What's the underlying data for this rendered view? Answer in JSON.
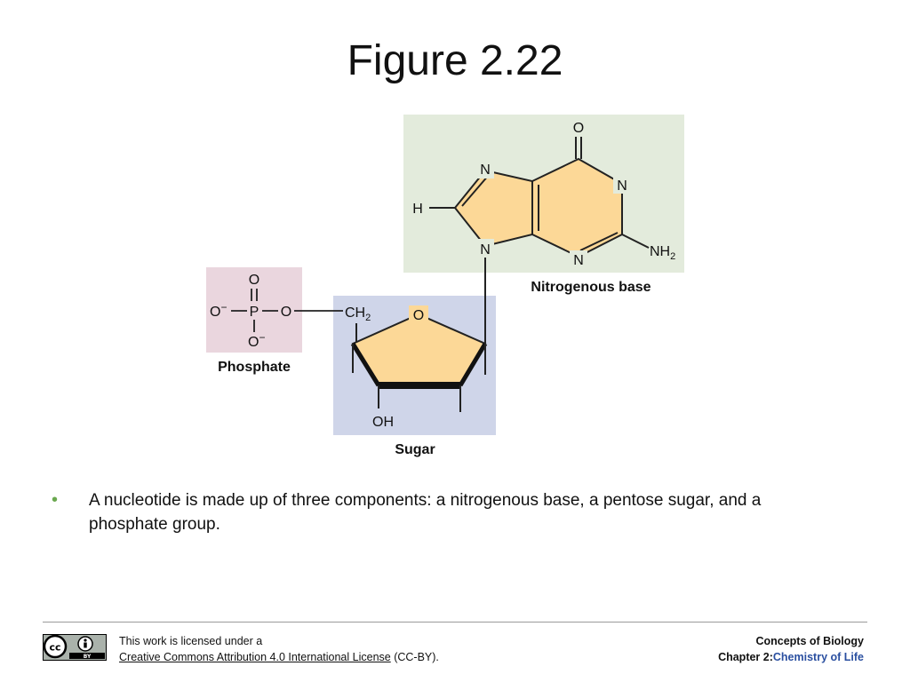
{
  "slide": {
    "title": "Figure 2.22"
  },
  "figure": {
    "labels": {
      "nitrogenous_base": "Nitrogenous base",
      "phosphate": "Phosphate",
      "sugar": "Sugar"
    },
    "atoms": {
      "o": "O",
      "n": "N",
      "h": "H",
      "nh": "NH",
      "nh_sub": "2",
      "p": "P",
      "o_minus": "O",
      "minus": "−",
      "ch": "CH",
      "ch_sub": "2",
      "oh": "OH"
    },
    "colors": {
      "base_panel": "#e3ebdc",
      "phosphate_panel": "#ead6de",
      "sugar_panel": "#cfd5e9",
      "ring_fill": "#fcd897"
    }
  },
  "bullets": [
    {
      "text": "A nucleotide is made up of three components: a nitrogenous base, a pentose sugar, and a phosphate group."
    }
  ],
  "footer": {
    "license_line1": "This work is licensed under a",
    "license_link": "Creative Commons Attribution 4.0 International License",
    "license_suffix": " (CC-BY).",
    "cc_text": "cc",
    "by_text": "BY",
    "book_title": "Concepts of Biology",
    "chapter_prefix": "Chapter 2:",
    "chapter_name": "Chemistry of Life"
  }
}
